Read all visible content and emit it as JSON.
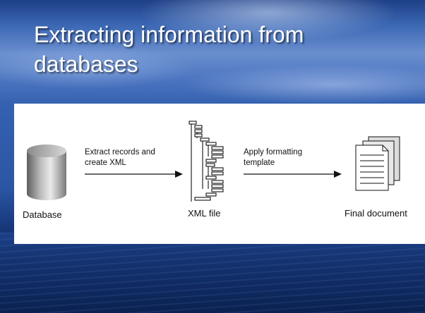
{
  "slide": {
    "title": "Extracting information from databases"
  },
  "diagram": {
    "database_label": "Database",
    "step1_line1": "Extract records and",
    "step1_line2": "create XML",
    "xml_label": "XML file",
    "step2_line1": "Apply formatting",
    "step2_line2": "template",
    "document_label": "Final document"
  },
  "colors": {
    "panel": "#ffffff",
    "title_text": "#ffffff",
    "cylinder_dark": "#6e6e6e",
    "cylinder_light": "#e6e6e6"
  }
}
